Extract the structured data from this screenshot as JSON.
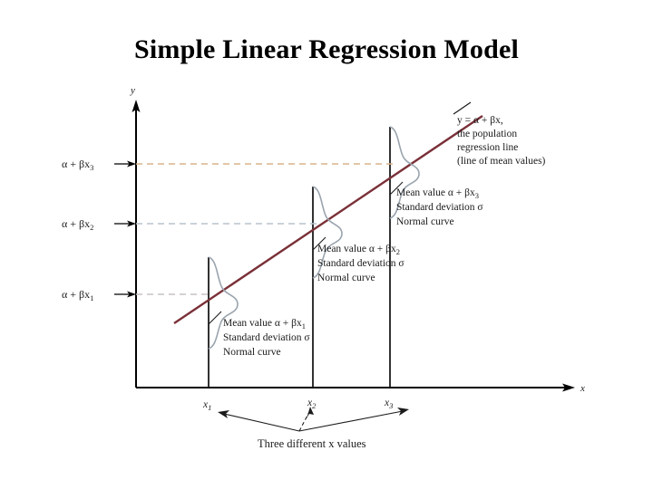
{
  "slide": {
    "title": "Simple Linear Regression Model",
    "background_color": "#ffffff",
    "title_color": "#000000"
  },
  "figure": {
    "axis_labels": {
      "y": "y",
      "x": "x"
    },
    "x_ticks": [
      {
        "label": "x",
        "sub": "1"
      },
      {
        "label": "x",
        "sub": "2"
      },
      {
        "label": "x",
        "sub": "3"
      }
    ],
    "y_ticks": [
      {
        "prefix": "α + βx",
        "sub": "3"
      },
      {
        "prefix": "α + βx",
        "sub": "2"
      },
      {
        "prefix": "α + βx",
        "sub": "1"
      }
    ],
    "regression_annotation": [
      "y = α + βx,",
      "the population",
      "regression line",
      "(line of mean values)"
    ],
    "curve_annotations": [
      {
        "mean_prefix": "Mean value α + βx",
        "mean_sub": "3",
        "sd": "Standard deviation σ",
        "curve": "Normal curve"
      },
      {
        "mean_prefix": "Mean value α + βx",
        "mean_sub": "2",
        "sd": "Standard deviation σ",
        "curve": "Normal curve"
      },
      {
        "mean_prefix": "Mean value α + βx",
        "mean_sub": "1",
        "sd": "Standard deviation σ",
        "curve": "Normal curve"
      }
    ],
    "caption": "Three different x values",
    "colors": {
      "axis": "#000000",
      "regression_line": "#7a3038",
      "normal_curve": "#9aa4ae",
      "dashed_top": "#d8b48a",
      "dashed_middle": "#b9c2cc",
      "dashed_bottom": "#c9c3c3"
    }
  },
  "chart_data": {
    "type": "line",
    "title": "Simple Linear Regression Model",
    "xlabel": "x",
    "ylabel": "y",
    "grid": false,
    "legend": "none",
    "model": "y = α + βx",
    "description": "Population regression line with three normal distributions of y at three different x values, each with mean alpha + beta*x and common standard deviation sigma.",
    "categories": [
      "x1",
      "x2",
      "x3"
    ],
    "series": [
      {
        "name": "population regression line (line of mean values)",
        "x": [
          "x1",
          "x2",
          "x3"
        ],
        "values": [
          "α + βx1",
          "α + βx2",
          "α + βx3"
        ]
      }
    ],
    "distributions": [
      {
        "at": "x1",
        "mean": "α + βx1",
        "sd": "σ",
        "shape": "Normal curve"
      },
      {
        "at": "x2",
        "mean": "α + βx2",
        "sd": "σ",
        "shape": "Normal curve"
      },
      {
        "at": "x3",
        "mean": "α + βx3",
        "sd": "σ",
        "shape": "Normal curve"
      }
    ],
    "annotations": [
      "y = α + βx, the population regression line (line of mean values)",
      "Three different x values"
    ]
  }
}
